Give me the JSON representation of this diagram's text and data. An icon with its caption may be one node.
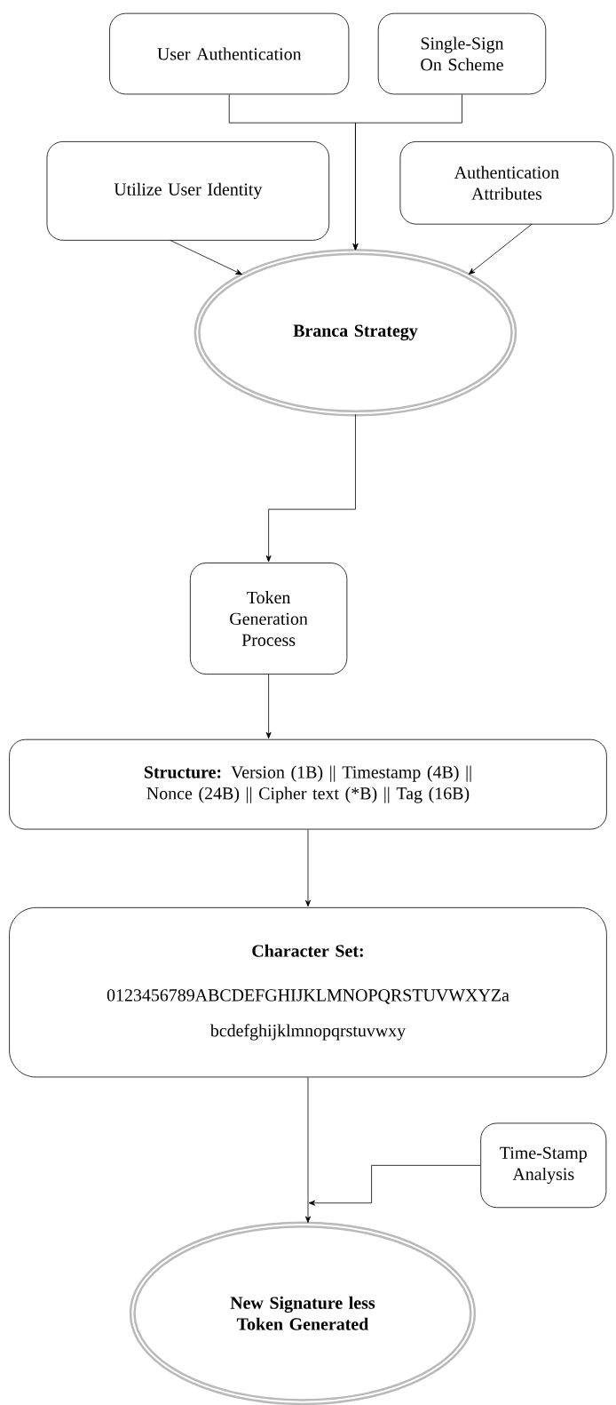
{
  "diagram": {
    "nodes": [
      {
        "text": [
          "User Authentication"
        ]
      },
      {
        "text": [
          "Single-Sign On Scheme"
        ]
      },
      {
        "text": [
          "Utilize User Identity"
        ]
      },
      {
        "text": [
          "Authentication Attributes"
        ]
      },
      {
        "text": [
          "Branca Strategy"
        ]
      },
      {
        "text": [
          "Token Generation Process"
        ]
      },
      {
        "text": [
          "**Structure:** Version (1B) || Timestamp (4B) || Nonce (24B) || Cipher text (*B) || Tag (16B)"
        ]
      },
      {
        "text": [
          "Character Set:",
          "0123456789ABCDEFGHIJKLMNOPQRSTUVWXYZa bcdefghijklmnopqrstuvwxy"
        ]
      },
      {
        "text": [
          "Time-Stamp Analysis"
        ]
      },
      {
        "text": [
          "New Signature less Token Generated"
        ]
      }
    ],
    "edges": [
      {
        "from": 0,
        "to": 4,
        "arrow": "to"
      },
      {
        "from": 1,
        "to": 4,
        "arrow": "to"
      },
      {
        "from": 2,
        "to": 4,
        "arrow": "to"
      },
      {
        "from": 3,
        "to": 4,
        "arrow": "to"
      },
      {
        "from": 4,
        "to": 5,
        "arrow": "to"
      },
      {
        "from": 5,
        "to": 6,
        "arrow": "to"
      },
      {
        "from": 6,
        "to": 7,
        "arrow": "to"
      },
      {
        "from": 7,
        "to": 9,
        "arrow": "to"
      },
      {
        "from": 8,
        "to": 9,
        "arrow": "to"
      }
    ]
  }
}
